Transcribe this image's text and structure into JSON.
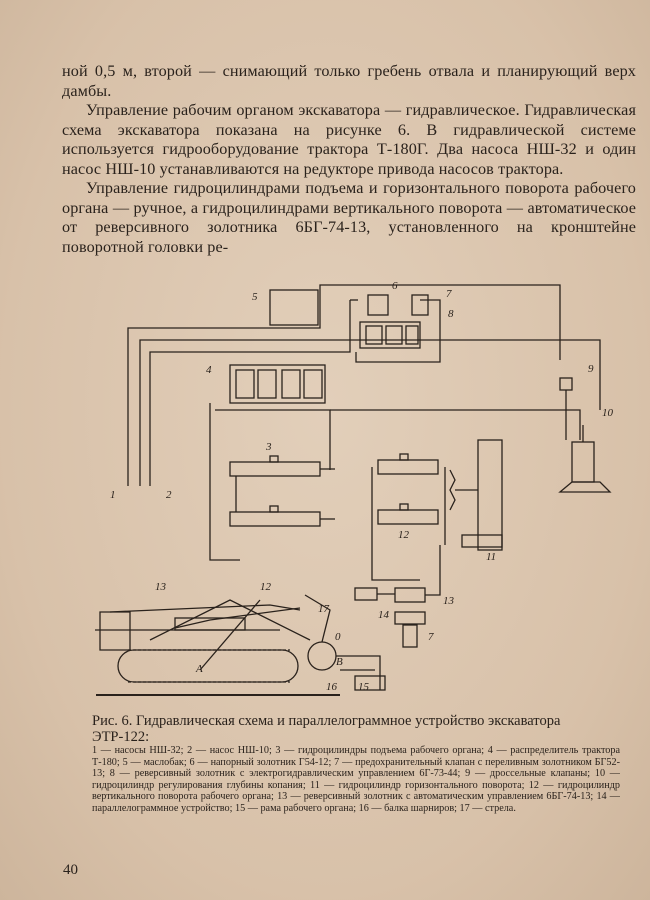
{
  "paragraphs": [
    "ной 0,5 м, второй — снимающий только гребень отвала и планирующий верх дамбы.",
    "Управление рабочим органом экскаватора — гидравлическое. Гидравлическая схема экскаватора показана на рисунке 6. В гидравлической системе используется гидрооборудование трактора Т-180Г. Два насоса НШ-32 и один насос НШ-10 устанавливаются на редукторе привода насосов трактора.",
    "Управление гидроцилиндрами подъема и горизонтального поворота рабочего органа — ручное, а гидроцилиндрами вертикального поворота — автоматическое от реверсивного золотника 6БГ-74-13, установленного на кронштейне поворотной головки ре-"
  ],
  "figure": {
    "caption": "Рис. 6. Гидравлическая схема и параллелограммное устройство экскаватора ЭТР-122:",
    "legend": "1 — насосы НШ-32; 2 — насос НШ-10; 3 — гидроцилиндры подъема рабочего органа; 4 — распределитель трактора Т-180; 5 — маслобак; 6 — напорный золотник Г54-12; 7 — предохранительный клапан с переливным золотником БГ52-13; 8 — реверсивный золотник с электрогидравлическим управлением 6Г-73-44; 9 — дроссельные клапаны; 10 — гидроцилиндр регулирования глубины копания; 11 — гидроцилиндр горизонтального поворота; 12 — гидроцилиндр вертикального поворота рабочего органа; 13 — реверсивный золотник с автоматическим управлением 6БГ-74-13; 14 — параллелограммное устройство; 15 — рама рабочего органа; 16 — балка шарниров; 17 — стрела.",
    "labels": {
      "n1": "1",
      "n2": "2",
      "n3": "3",
      "n4": "4",
      "n5": "5",
      "n6": "6",
      "n7": "7",
      "n8": "8",
      "n9": "9",
      "n10": "10",
      "n11": "11",
      "n12": "12",
      "n13": "13",
      "n14": "14",
      "n15": "15",
      "n16": "16",
      "n17": "17",
      "n7b": "7",
      "n12b": "12",
      "n13b": "13",
      "pointA": "A",
      "pointO": "0",
      "pointB": "B"
    }
  },
  "page_number": "40"
}
